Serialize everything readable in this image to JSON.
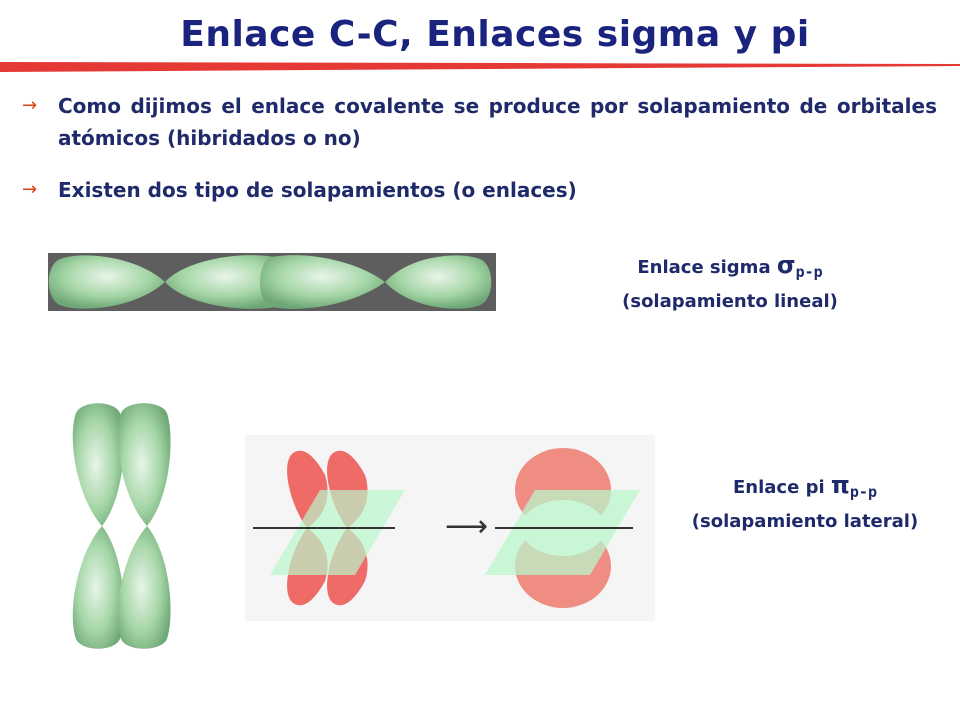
{
  "slide": {
    "title": "Enlace C-C,  Enlaces sigma y pi",
    "bullets": [
      {
        "arrow": "→",
        "text": "Como dijimos el enlace covalente se produce por solapamiento de orbitales atómicos (hibridados o no)"
      },
      {
        "arrow": "→",
        "text": "Existen dos tipo de solapamientos (o enlaces)"
      }
    ],
    "sigma_caption": {
      "prefix": "Enlace sigma ",
      "symbol": "σ",
      "subscript": "p-p",
      "line2": "(solapamiento lineal)"
    },
    "pi_caption": {
      "prefix": "Enlace pi ",
      "symbol": "π",
      "subscript": "p-p",
      "line2": "(solapamiento lateral)"
    },
    "reaction_arrow": "⟶"
  },
  "colors": {
    "title": "#1a237e",
    "text": "#1f2a6b",
    "accent": "#d84315",
    "orbital_green": "#a5d6a7",
    "orbital_red": "#ef5350",
    "panel": "#f5f5f5"
  }
}
